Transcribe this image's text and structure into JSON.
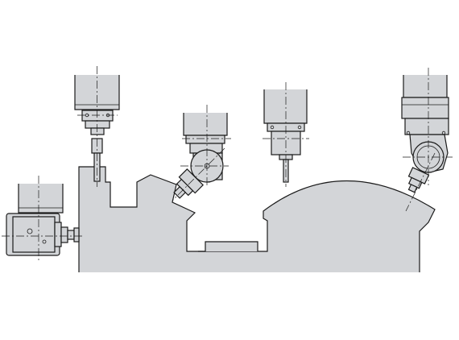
{
  "figure": {
    "description_visible_text": "",
    "heads": [
      {
        "name": "vertical-spindle-head-left",
        "orientation": "vertical"
      },
      {
        "name": "tilted-spindle-head",
        "orientation": "tilted-45"
      },
      {
        "name": "vertical-spindle-head-center",
        "orientation": "vertical"
      },
      {
        "name": "swivel-spindle-head-right",
        "orientation": "tilted"
      },
      {
        "name": "horizontal-spindle-head",
        "orientation": "horizontal"
      }
    ],
    "colors": {
      "body_fill": "#d3d5d8",
      "outline": "#1b1b1b",
      "background": "#ffffff"
    }
  }
}
